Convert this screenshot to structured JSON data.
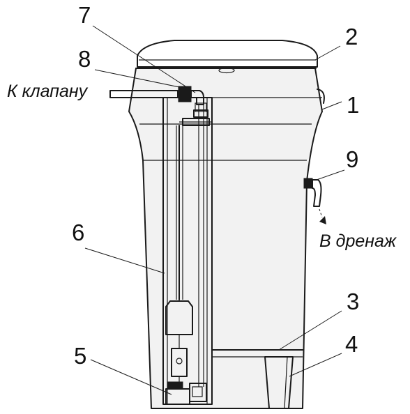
{
  "callouts": [
    "1",
    "2",
    "3",
    "4",
    "5",
    "6",
    "7",
    "8",
    "9"
  ],
  "captions": {
    "to_valve": "К клапану",
    "to_drain": "В дренаж"
  }
}
